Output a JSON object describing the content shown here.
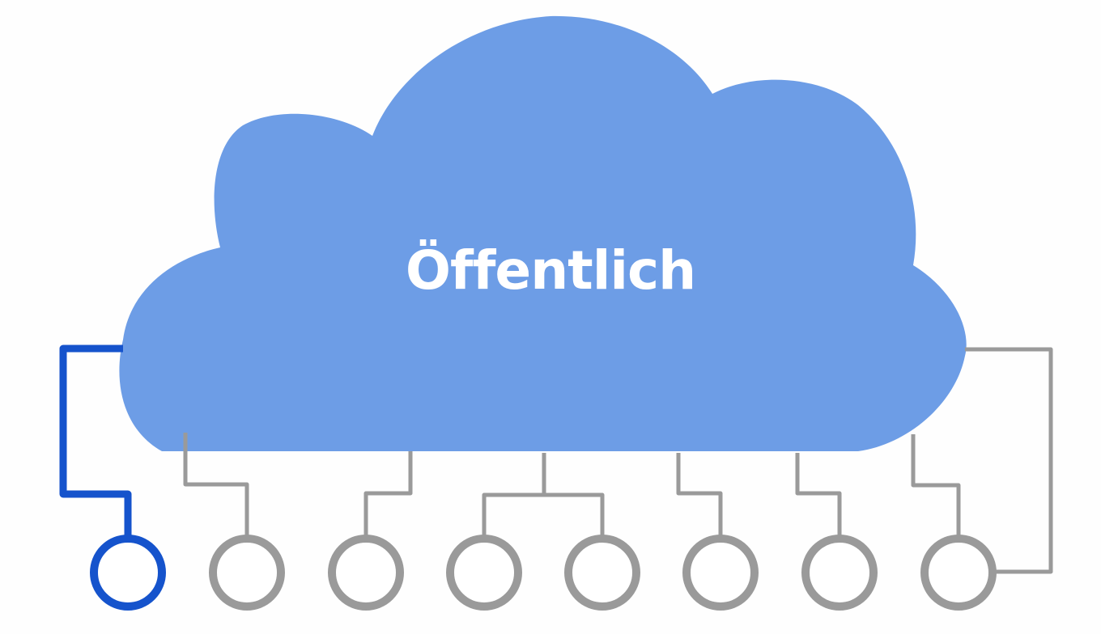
{
  "diagram": {
    "title": "Öffentlich",
    "cloud_color": "#6d9de6",
    "label_color": "#ffffff",
    "highlight_color": "#1553cc",
    "connector_color": "#9a9a9a",
    "nodes": [
      {
        "id": 1,
        "state": "highlighted",
        "shape": "circle-icon"
      },
      {
        "id": 2,
        "state": "default",
        "shape": "circle-icon"
      },
      {
        "id": 3,
        "state": "default",
        "shape": "circle-icon"
      },
      {
        "id": 4,
        "state": "default",
        "shape": "circle-icon"
      },
      {
        "id": 5,
        "state": "default",
        "shape": "circle-icon"
      },
      {
        "id": 6,
        "state": "default",
        "shape": "circle-icon"
      },
      {
        "id": 7,
        "state": "default",
        "shape": "circle-icon"
      },
      {
        "id": 8,
        "state": "default",
        "shape": "circle-icon"
      }
    ]
  }
}
